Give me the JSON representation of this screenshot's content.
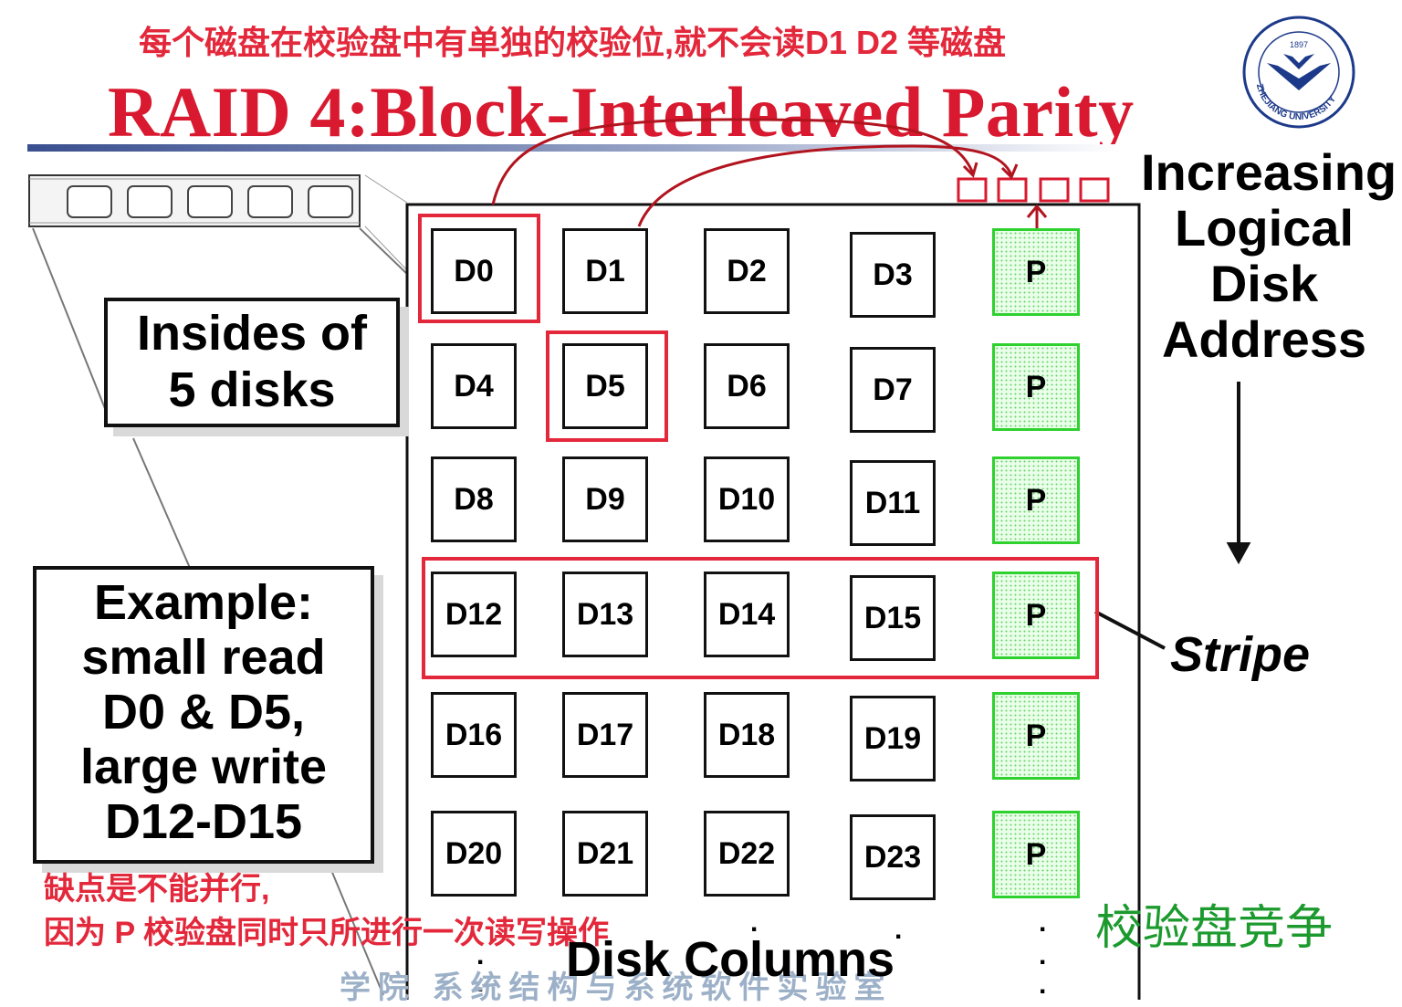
{
  "header": {
    "note": "每个磁盘在校验盘中有单独的校验位,就不会读D1 D2 等磁盘",
    "title": "RAID 4:Block-Interleaved Parity"
  },
  "logo": {
    "text": "ZHEJIANG UNIVERSITY",
    "year": "1897"
  },
  "axis": {
    "lines": [
      "Increasing",
      "Logical",
      "Disk",
      "Address"
    ]
  },
  "callouts": {
    "insides": [
      "Insides of",
      "5 disks"
    ],
    "example": [
      "Example:",
      "small read",
      "D0 & D5,",
      "large write",
      "D12-D15"
    ]
  },
  "grid": {
    "rows": [
      [
        "D0",
        "D1",
        "D2",
        "D3",
        "P"
      ],
      [
        "D4",
        "D5",
        "D6",
        "D7",
        "P"
      ],
      [
        "D8",
        "D9",
        "D10",
        "D11",
        "P"
      ],
      [
        "D12",
        "D13",
        "D14",
        "D15",
        "P"
      ],
      [
        "D16",
        "D17",
        "D18",
        "D19",
        "P"
      ],
      [
        "D20",
        "D21",
        "D22",
        "D23",
        "P"
      ]
    ]
  },
  "labels": {
    "stripe": "Stripe",
    "disk_columns": "Disk Columns"
  },
  "notes": {
    "drawback_1": "缺点是不能并行,",
    "drawback_2": "因为 P 校验盘同时只所进行一次读写操作",
    "handwritten": "校验盘竞争",
    "footer": "学院  系统结构与系统软件实验室"
  },
  "colors": {
    "title_red": "#d8192f",
    "highlight_red": "#e3283b",
    "parity_green": "#2fd12f",
    "handwrite_green": "#1c9a2e"
  }
}
